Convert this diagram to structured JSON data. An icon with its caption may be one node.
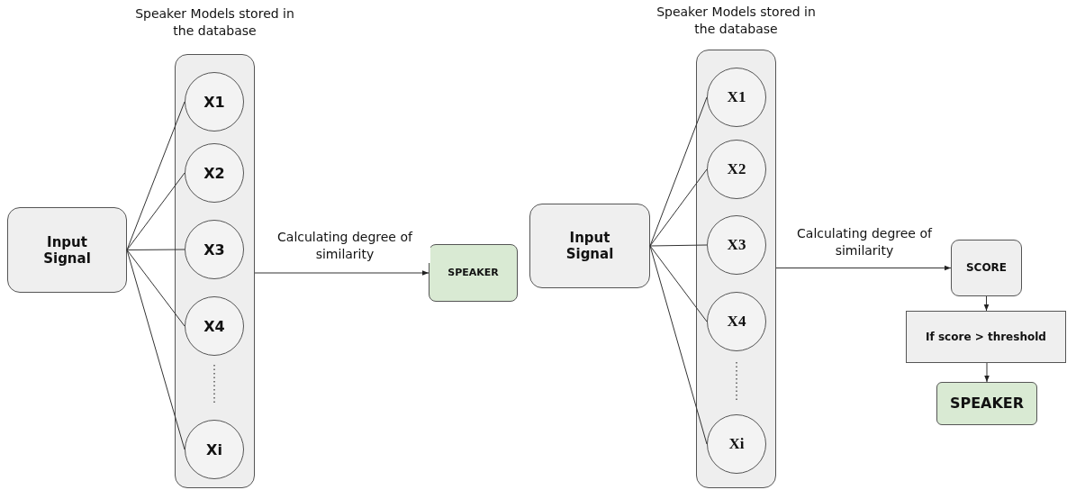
{
  "diagram": {
    "nodes": [
      {
        "text": [
          "Input Signal"
        ]
      },
      {
        "text": [
          "Speaker Models stored in the database"
        ]
      },
      {
        "text": [
          "X1"
        ],
        "in": 1
      },
      {
        "text": [
          "X2"
        ],
        "in": 1
      },
      {
        "text": [
          "X3"
        ],
        "in": 1
      },
      {
        "text": [
          "X4"
        ],
        "in": 1
      },
      {
        "text": [
          "Xi"
        ],
        "in": 1
      },
      {
        "text": [
          "SPEAKER"
        ]
      },
      {
        "text": [
          "Input Signal"
        ]
      },
      {
        "text": [
          "Speaker Models stored in the database"
        ]
      },
      {
        "text": [
          "X1"
        ],
        "in": 9
      },
      {
        "text": [
          "X2"
        ],
        "in": 9
      },
      {
        "text": [
          "X3"
        ],
        "in": 9
      },
      {
        "text": [
          "X4"
        ],
        "in": 9
      },
      {
        "text": [
          "Xi"
        ],
        "in": 9
      },
      {
        "text": [
          "SCORE"
        ]
      },
      {
        "text": [
          "If score > threshold"
        ]
      },
      {
        "text": [
          "SPEAKER"
        ]
      }
    ],
    "edges": [
      {
        "from": 0,
        "to": 2,
        "arrow": "none"
      },
      {
        "from": 0,
        "to": 3,
        "arrow": "none"
      },
      {
        "from": 0,
        "to": 4,
        "arrow": "none"
      },
      {
        "from": 0,
        "to": 5,
        "arrow": "none"
      },
      {
        "from": 0,
        "to": 6,
        "arrow": "none"
      },
      {
        "from": 1,
        "to": 7,
        "arrow": "to",
        "label": "Calculating degree of similarity"
      },
      {
        "from": 8,
        "to": 10,
        "arrow": "none"
      },
      {
        "from": 8,
        "to": 11,
        "arrow": "none"
      },
      {
        "from": 8,
        "to": 12,
        "arrow": "none"
      },
      {
        "from": 8,
        "to": 13,
        "arrow": "none"
      },
      {
        "from": 8,
        "to": 14,
        "arrow": "none"
      },
      {
        "from": 9,
        "to": 15,
        "arrow": "to",
        "label": "Calculating degree of similarity"
      },
      {
        "from": 15,
        "to": 16,
        "arrow": "to"
      },
      {
        "from": 16,
        "to": 17,
        "arrow": "to"
      }
    ]
  }
}
